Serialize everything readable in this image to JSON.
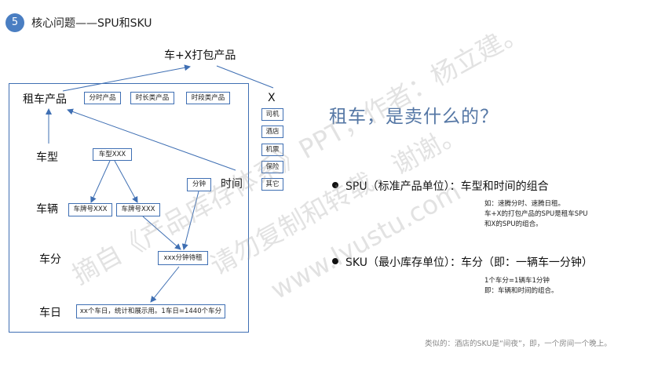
{
  "header": {
    "badge": "5",
    "title": "核心问题——SPU和SKU"
  },
  "diagram": {
    "top_product": "车+X打包产品",
    "rent_product": "租车产品",
    "product_types": [
      "分时产品",
      "时长类产品",
      "时段类产品"
    ],
    "x_label": "X",
    "x_items": [
      "司机",
      "酒店",
      "机票",
      "保险",
      "其它"
    ],
    "levels": {
      "model": "车型",
      "vehicle": "车辆",
      "unit": "车分",
      "day": "车日"
    },
    "model_box": "车型XXX",
    "plate_boxes": [
      "车牌号XXX",
      "车牌号XXX"
    ],
    "time_box": "分钟",
    "time_label": "时间",
    "unit_box": "xxx分钟待租",
    "day_box": "xx个车日，统计和展示用。1车日=1440个车分"
  },
  "question": "租车，是卖什么的？",
  "spu": {
    "title": "SPU（标准产品单位）：车型和时间的组合",
    "notes": [
      "如：速腾分时、速腾日租。",
      "车+X的打包产品的SPU是租车SPU",
      "和X的SPU的组合。"
    ]
  },
  "sku": {
    "title": "SKU（最小库存单位）：车分（即：一辆车一分钟）",
    "notes": [
      "1个车分=1辆车1分钟",
      "即：车辆和时间的组合。"
    ]
  },
  "footnote": "类似的：酒店的SKU是“间夜”，即，一个房间一个晚上。",
  "watermark": {
    "line1": "摘自《产品库存体系》PPT，作者：杨立建。",
    "line2": "请勿复制和转载，谢谢。",
    "line3": "www.lyustu.com"
  }
}
